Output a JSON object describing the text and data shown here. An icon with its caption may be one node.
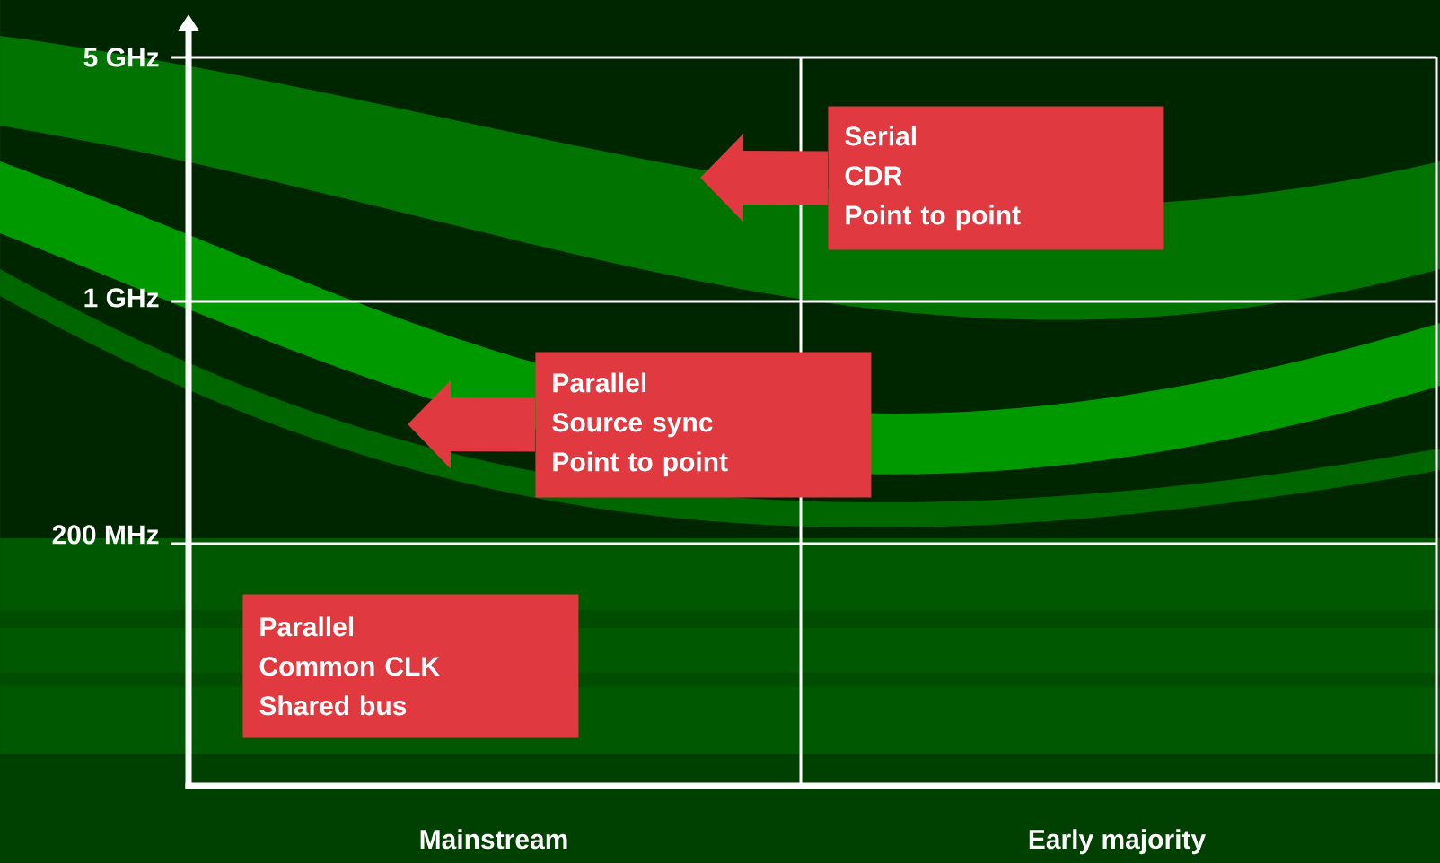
{
  "diagram": {
    "nodes": [
      {
        "text": [
          "Serial",
          "CDR",
          "Point to point"
        ]
      },
      {
        "text": [
          "Parallel",
          "Source sync",
          "Point to point"
        ]
      },
      {
        "text": [
          "Parallel",
          "Common CLK",
          "Shared bus"
        ]
      }
    ],
    "edges": [
      {
        "from": 0,
        "to": null,
        "arrow": "to"
      },
      {
        "from": 1,
        "to": null,
        "arrow": "to"
      }
    ],
    "labels": [
      "5 GHz",
      "1 GHz",
      "200 MHz",
      "Mainstream",
      "Early majority"
    ]
  }
}
